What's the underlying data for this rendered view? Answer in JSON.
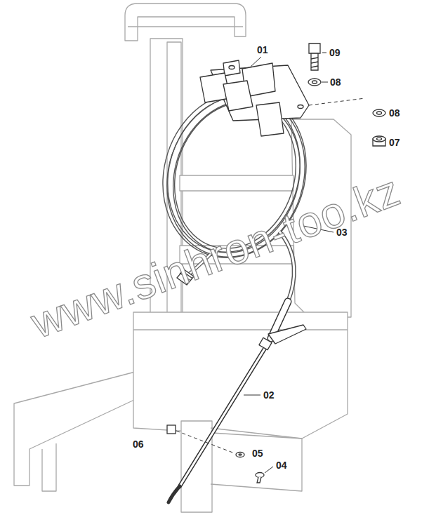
{
  "diagram": {
    "labels": [
      "01",
      "09",
      "08",
      "08",
      "07",
      "03",
      "02",
      "06",
      "05",
      "04",
      "www.sinhron-too.kz"
    ]
  }
}
